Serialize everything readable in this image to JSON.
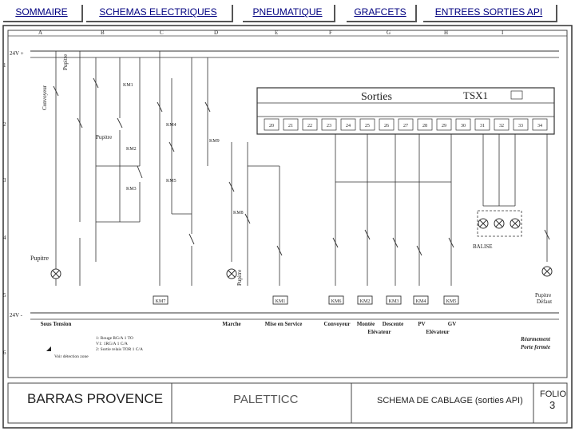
{
  "nav": {
    "items": [
      {
        "label": "SOMMAIRE",
        "active": true
      },
      {
        "label": "SCHEMAS ELECTRIQUES",
        "active": false
      },
      {
        "label": "PNEUMATIQUE",
        "active": false
      },
      {
        "label": "GRAFCETS",
        "active": false
      },
      {
        "label": "ENTREES SORTIES API",
        "active": false
      }
    ]
  },
  "colors": {
    "nav_active_bg": "#1e3fa0",
    "nav_text": "#000080",
    "line": "#333333"
  },
  "columns": [
    "A",
    "B",
    "C",
    "D",
    "E",
    "F",
    "G",
    "H",
    "I"
  ],
  "rows": [
    "1",
    "2",
    "3",
    "4",
    "5",
    "6"
  ],
  "supply": {
    "top": "24V +",
    "bottom": "24V -"
  },
  "plc": {
    "title": "Sorties",
    "model": "TSX1",
    "outputs": [
      "20",
      "21",
      "22",
      "23",
      "24",
      "25",
      "26",
      "27",
      "28",
      "29",
      "30",
      "31",
      "32",
      "33",
      "34"
    ]
  },
  "side_labels": {
    "pupitre_top": "Pupitre",
    "convoyeur": "Convoyeur",
    "pupitre_mid": "Pupitre",
    "pupitre_left": "Pupitre",
    "pupitre_vert": "Pupitre",
    "pupitre_right": "Pupitre",
    "defaut": "Défaut",
    "balise": "BALISE",
    "elevateur": "Elévateur",
    "descente": "Descente",
    "montee": "Montée"
  },
  "components": [
    "KM1",
    "KM2",
    "KM3",
    "KM4",
    "KM5",
    "KM6",
    "KM7",
    "KM8",
    "KM9"
  ],
  "bottom_labels": [
    "Sous Tension",
    "Marche",
    "Mise en Service",
    "Convoyeur",
    "Montée",
    "Descente",
    "PV",
    "GV"
  ],
  "bottom_sublabel": "Elévateur",
  "right_notes": [
    "Réarmement",
    "Porte fermée"
  ],
  "legend": [
    "1: Rouge RG/A 1 TO",
    "V1: 1RG/A 1 C/A",
    "2: Sortie relais TOR 1 C/A"
  ],
  "legend_note": "Voir détection zone",
  "title_block": {
    "company": "BARRAS PROVENCE",
    "project": "PALETTICC",
    "description": "SCHEMA DE CABLAGE (sorties API)",
    "folio_label": "FOLIO",
    "folio_number": "3"
  }
}
